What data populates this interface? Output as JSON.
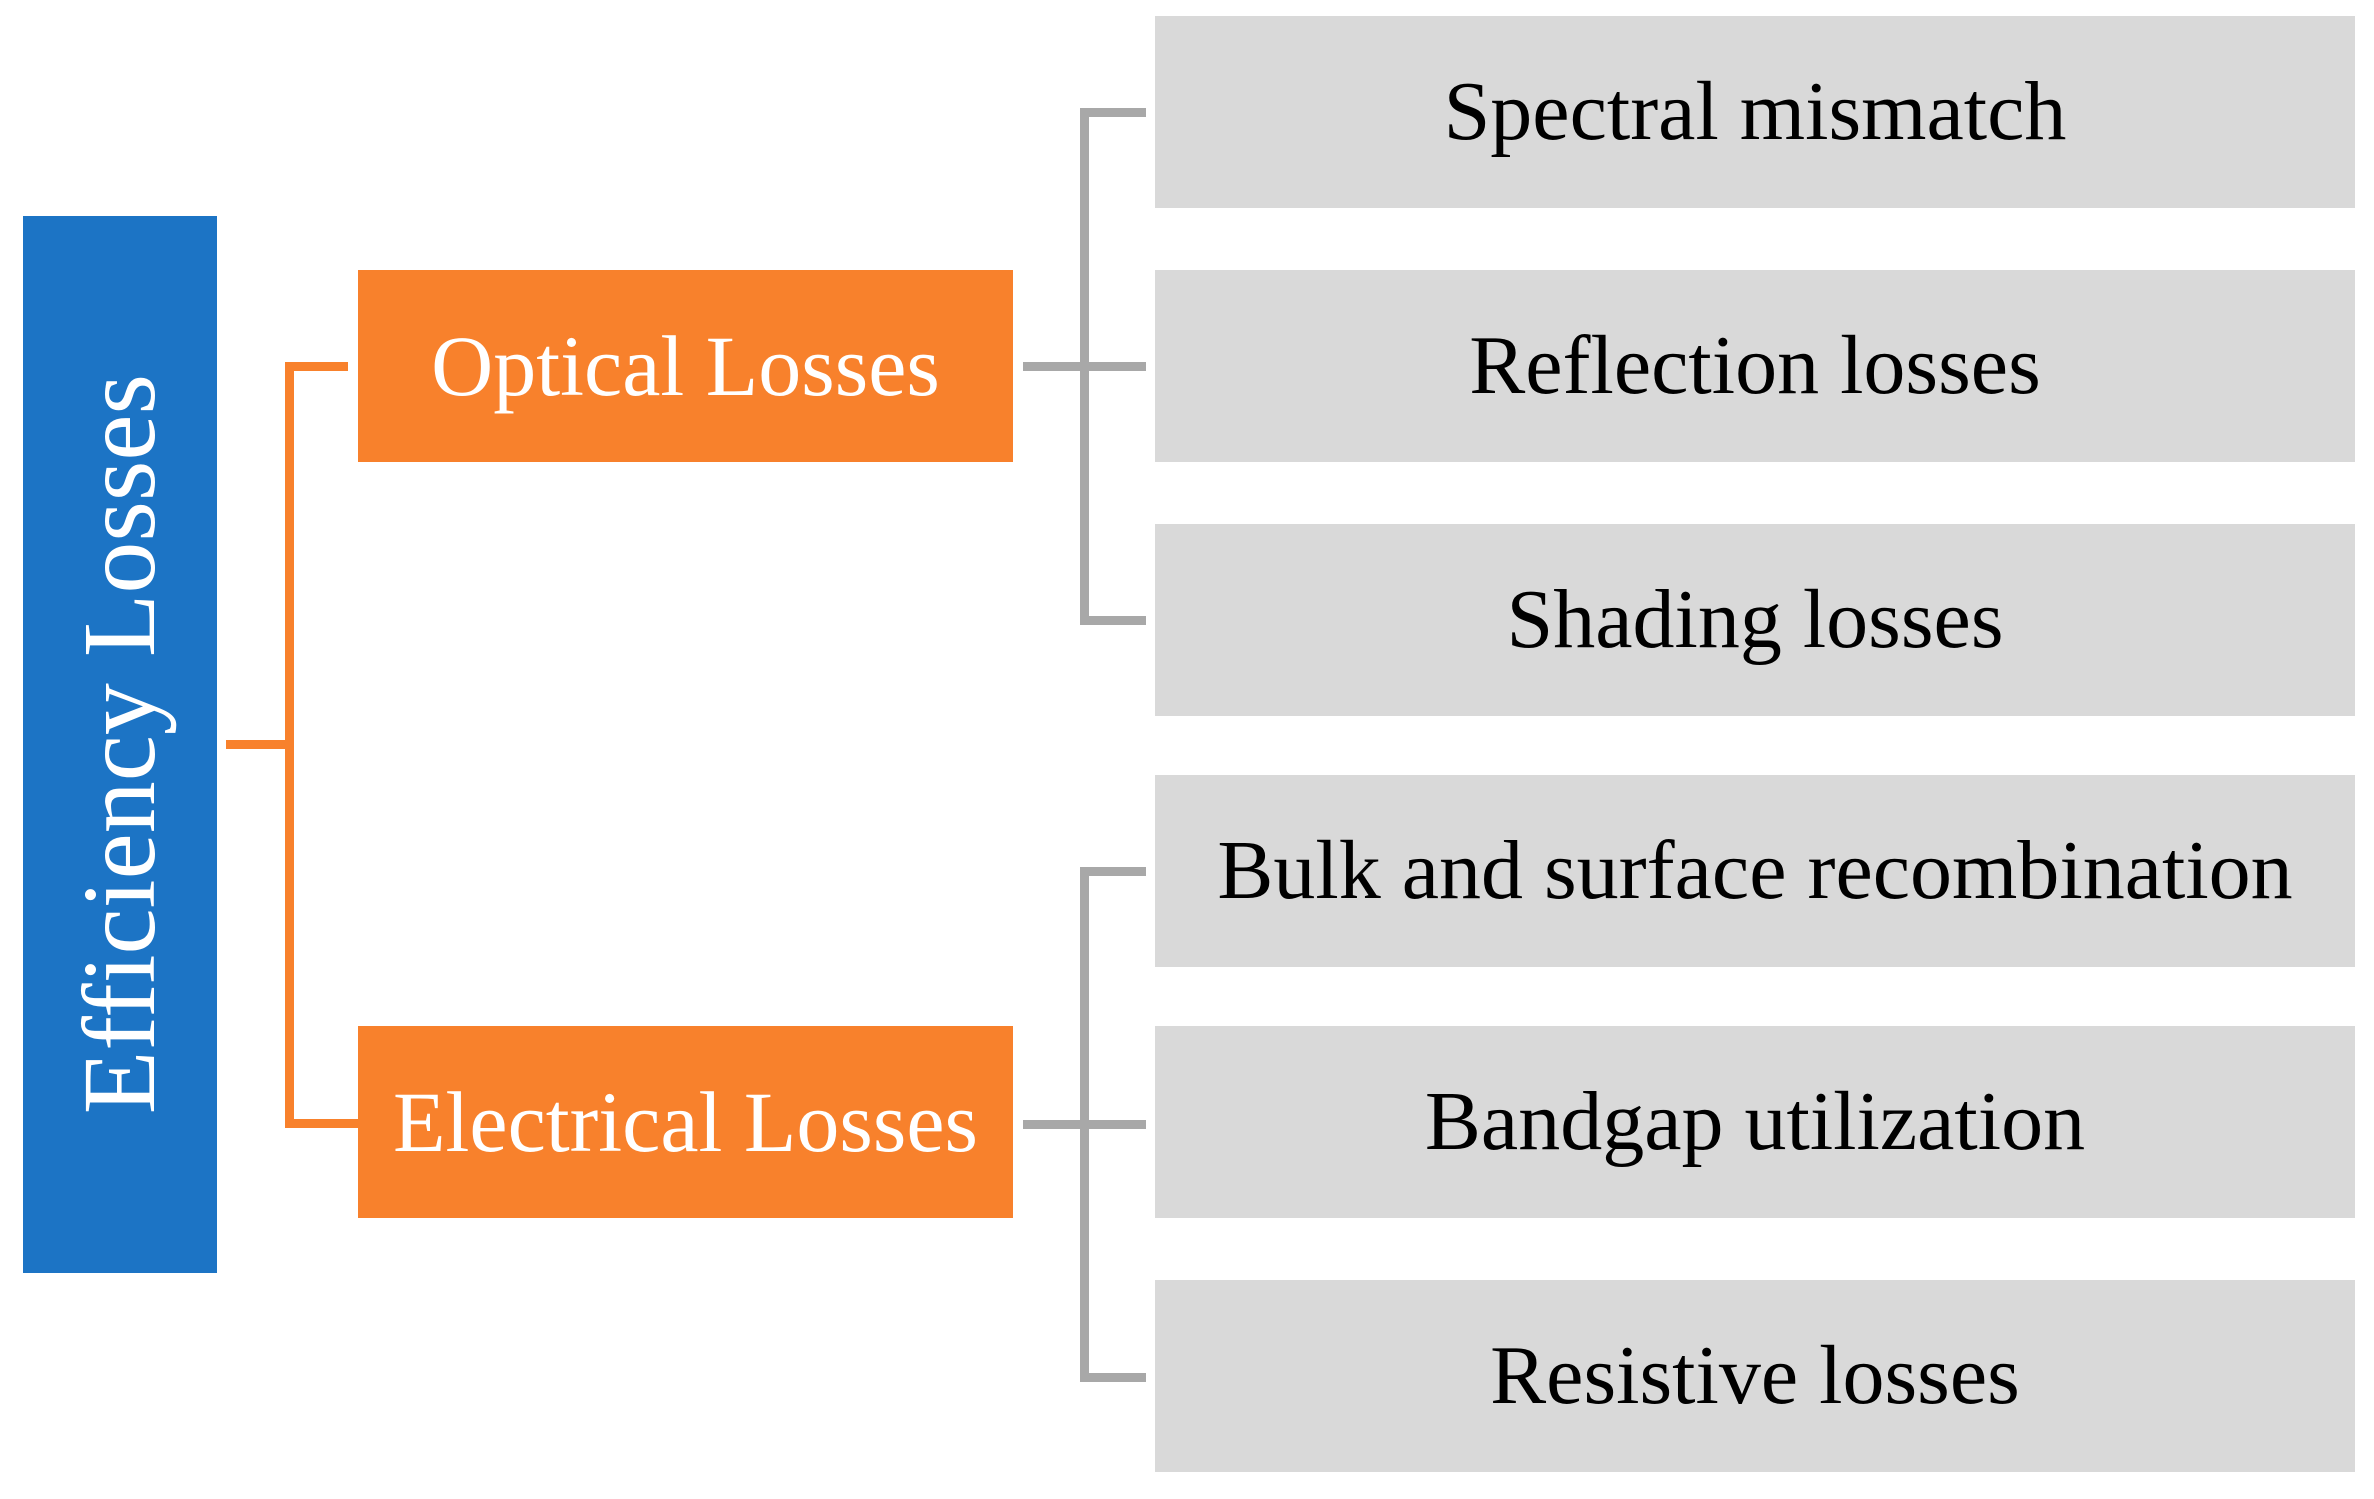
{
  "root": {
    "label": "Efficiency Losses"
  },
  "branches": [
    {
      "label": "Optical Losses",
      "children": [
        "Spectral mismatch",
        "Reflection losses",
        "Shading losses"
      ]
    },
    {
      "label": "Electrical Losses",
      "children": [
        "Bulk and surface recombination",
        "Bandgap utilization",
        "Resistive losses"
      ]
    }
  ],
  "colors": {
    "root_fill": "#1C74C5",
    "branch_fill": "#F8812C",
    "branch_connector": "#F8812C",
    "leaf_fill": "#D9D9D9",
    "leaf_connector": "#A8A8A8",
    "root_text": "#FFFFFF",
    "branch_text": "#FFFFFF",
    "leaf_text": "#000000"
  }
}
